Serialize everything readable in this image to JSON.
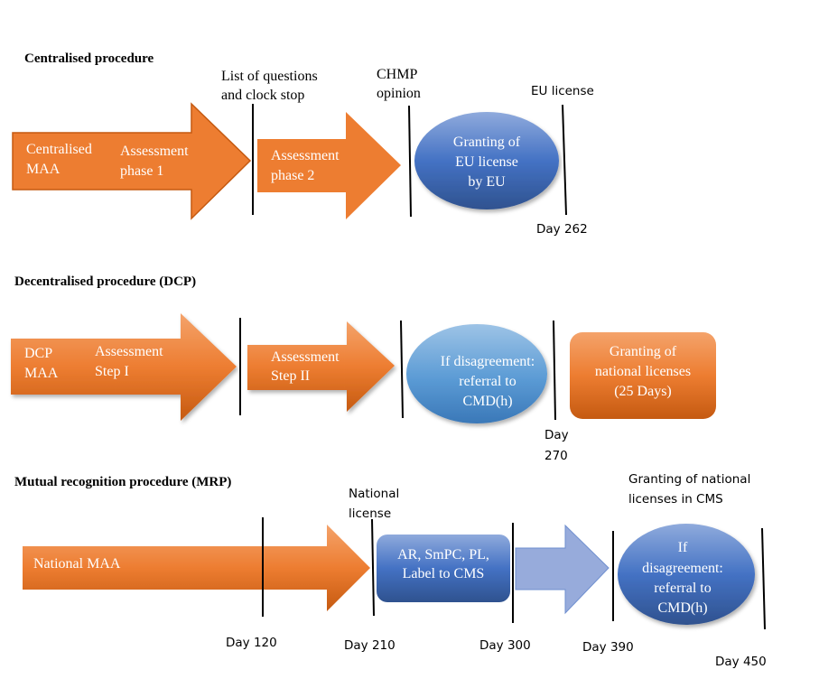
{
  "colors": {
    "orange": "#ED7D31",
    "orange_light": "#F4A36B",
    "orange_dark": "#C55A11",
    "blue": "#4472C4",
    "blue_light": "#8FAADC",
    "blue_dark": "#2F528F",
    "sky_blue_light": "#9DC3E6",
    "sky_blue": "#5B9BD5",
    "periwinkle": "#97ABDB",
    "text_white": "#FFFFFF",
    "text_black": "#000000"
  },
  "centralised": {
    "title": "Centralised procedure",
    "arrow1": {
      "label_a": [
        "Centralised",
        "MAA"
      ],
      "label_b": [
        "Assessment",
        "phase 1"
      ]
    },
    "arrow2": {
      "label": [
        "Assessment",
        "phase 2"
      ]
    },
    "ellipse": {
      "label": [
        "Granting of",
        "EU license",
        "by EU"
      ]
    },
    "milestones": [
      {
        "label": [
          "List of questions",
          "and clock stop"
        ]
      },
      {
        "label": [
          "CHMP",
          "opinion"
        ]
      },
      {
        "label": [
          "EU license"
        ],
        "day": "Day 262"
      }
    ]
  },
  "decentralised": {
    "title": "Decentralised procedure (DCP)",
    "arrow1": {
      "label_a": [
        "DCP",
        "MAA"
      ],
      "label_b": [
        "Assessment",
        "Step I"
      ]
    },
    "arrow2": {
      "label": [
        "Assessment",
        "Step II"
      ]
    },
    "ellipse": {
      "label": [
        "If disagreement:",
        "referral to",
        "CMD(h)"
      ]
    },
    "box": {
      "label": [
        "Granting of",
        "national licenses",
        "(25 Days)"
      ]
    },
    "milestones": [
      {
        "day": [
          "Day",
          "270"
        ]
      }
    ]
  },
  "mutual": {
    "title": "Mutual recognition procedure (MRP)",
    "arrow1": {
      "label": "National MAA"
    },
    "box": {
      "label": [
        "AR, SmPC, PL,",
        "Label to CMS"
      ]
    },
    "ellipse": {
      "label": [
        "If",
        "disagreement:",
        "referral to",
        "CMD(h)"
      ]
    },
    "milestones": [
      {
        "day": "Day 120"
      },
      {
        "label": [
          "National",
          "license"
        ],
        "day": "Day 210"
      },
      {
        "day": "Day 300"
      },
      {
        "label": [
          "Granting of national",
          "licenses in CMS"
        ],
        "day": "Day 390"
      },
      {
        "day": "Day 450"
      }
    ]
  }
}
